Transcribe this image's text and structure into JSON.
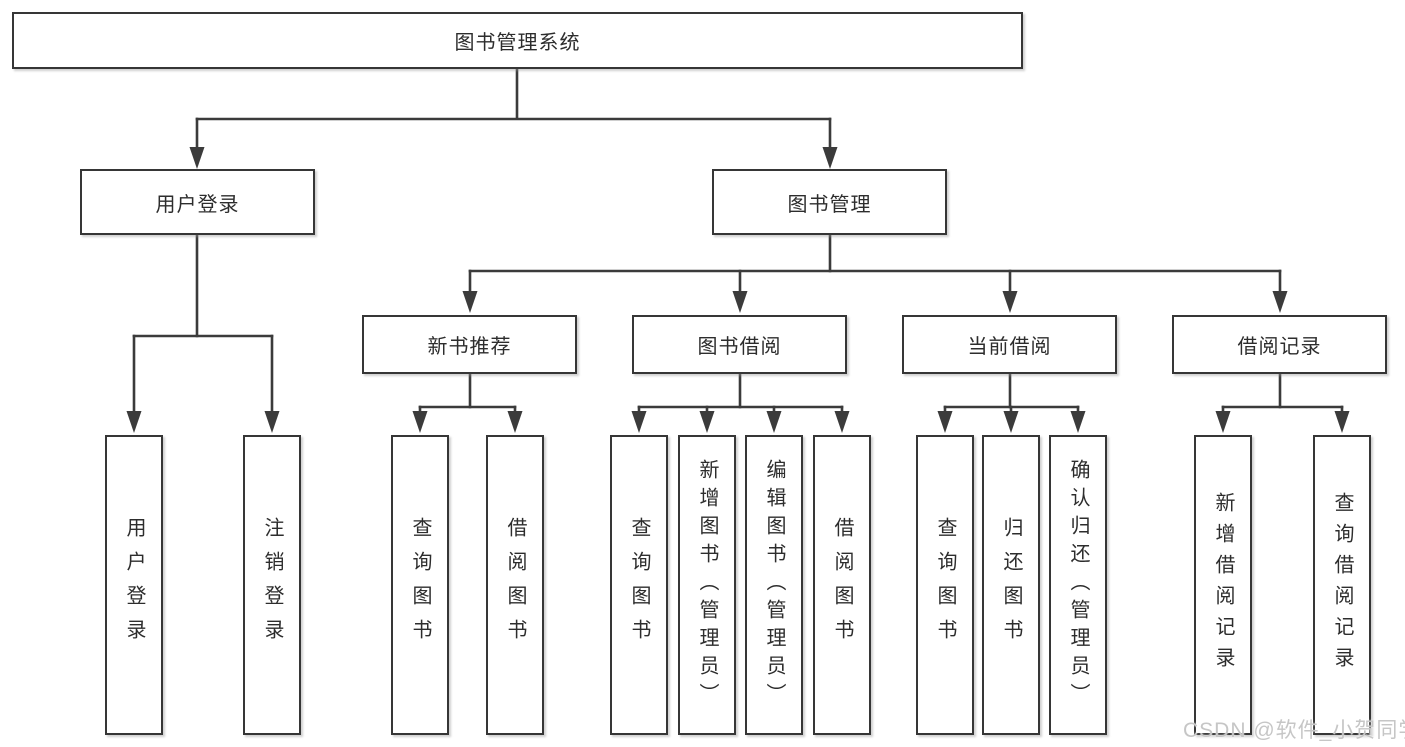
{
  "tree": {
    "root": {
      "label": "图书管理系统",
      "children": [
        {
          "label": "用户登录",
          "children": [
            {
              "label": "用户登录"
            },
            {
              "label": "注销登录"
            }
          ]
        },
        {
          "label": "图书管理",
          "children": [
            {
              "label": "新书推荐",
              "children": [
                {
                  "label": "查询图书"
                },
                {
                  "label": "借阅图书"
                }
              ]
            },
            {
              "label": "图书借阅",
              "children": [
                {
                  "label": "查询图书"
                },
                {
                  "label": "新增图书（管理员）"
                },
                {
                  "label": "编辑图书（管理员）"
                },
                {
                  "label": "借阅图书"
                }
              ]
            },
            {
              "label": "当前借阅",
              "children": [
                {
                  "label": "查询图书"
                },
                {
                  "label": "归还图书"
                },
                {
                  "label": "确认归还（管理员）"
                }
              ]
            },
            {
              "label": "借阅记录",
              "children": [
                {
                  "label": "新增借阅记录"
                },
                {
                  "label": "查询借阅记录"
                }
              ]
            }
          ]
        }
      ]
    }
  },
  "watermark": "CSDN @软件_小贺同学",
  "colors": {
    "line": "#3b3b3b",
    "box_border": "#363636",
    "box_fill": "#ffffff",
    "text": "#2d2d2d",
    "watermark": "#c6c6c6"
  }
}
